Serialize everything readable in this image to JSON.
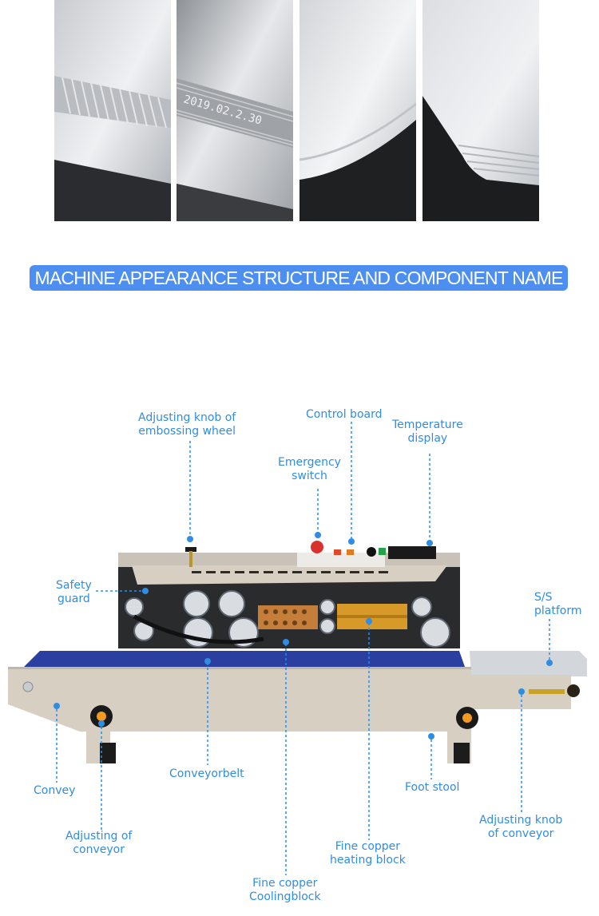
{
  "banner": {
    "title": "MACHINE APPEARANCE STRUCTURE AND COMPONENT NAME"
  },
  "photo_stamp": "2019.02.2.30",
  "colors": {
    "accent": "#2f8de4",
    "banner": "#4d8ff0",
    "belt": "#2a3fa0",
    "frame": "#d8cfc3"
  },
  "components": {
    "adjusting_knob_embossing": "Adjusting knob of\nembossing wheel",
    "control_board": "Control board",
    "temperature_display": "Temperature\ndisplay",
    "emergency_switch": "Emergency\nswitch",
    "safety_guard": "Safety\nguard",
    "ss_platform": "S/S\nplatform",
    "conveyorbelt": "Conveyorbelt",
    "convey": "Convey",
    "foot_stool": "Foot stool",
    "adjusting_conveyor": "Adjusting of\nconveyor",
    "adjusting_knob_conveyor": "Adjusting knob\nof conveyor",
    "fine_copper_heating": "Fine copper\nheating block",
    "fine_copper_cooling": "Fine copper\nCoolingblock"
  }
}
